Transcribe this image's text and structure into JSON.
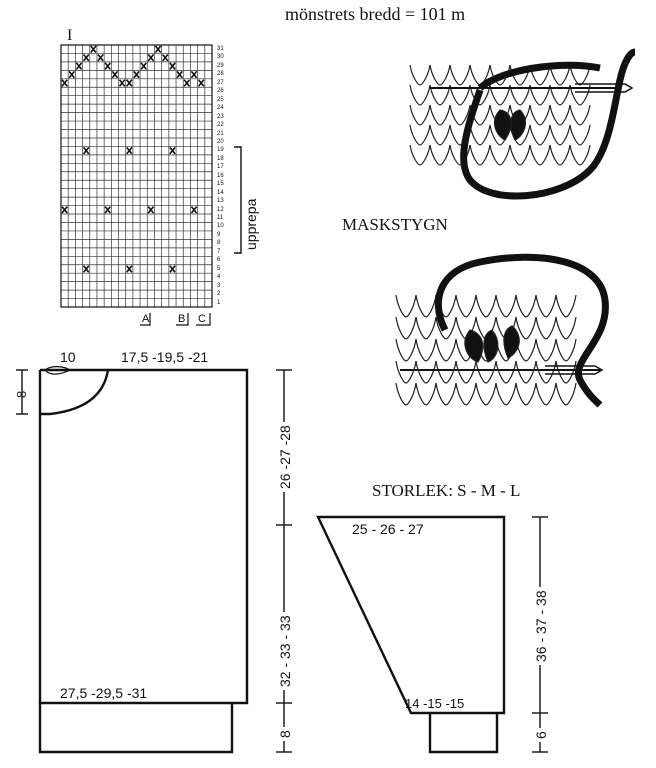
{
  "header": {
    "pattern_width": "mönstrets bredd = 101 m"
  },
  "chart": {
    "marker": "I",
    "repeat_label": "upprepa",
    "row_numbers": [
      "31",
      "30",
      "29",
      "28",
      "27",
      "26",
      "25",
      "24",
      "23",
      "22",
      "21",
      "20",
      "19",
      "18",
      "17",
      "16",
      "15",
      "14",
      "13",
      "12",
      "11",
      "10",
      "9",
      "8",
      "7",
      "6",
      "5",
      "4",
      "3",
      "2",
      "1"
    ],
    "markers": [
      "A",
      "B",
      "C"
    ]
  },
  "stitch": {
    "title": "MASKSTYGN"
  },
  "sizes": {
    "label": "STORLEK: S - M - L"
  },
  "body_piece": {
    "neck_width": "10",
    "shoulder_width": "17,5 -19,5 -21",
    "neck_depth": "8",
    "armhole_height": "26 -27 -28",
    "side_length": "32 - 33 - 33",
    "ribbing": "8",
    "hem_width": "27,5 -29,5 -31"
  },
  "sleeve": {
    "top_width": "25  -  26  - 27",
    "cuff_width": "14 -15 -15",
    "cap_height": "36 - 37 - 38",
    "ribbing": "6"
  }
}
